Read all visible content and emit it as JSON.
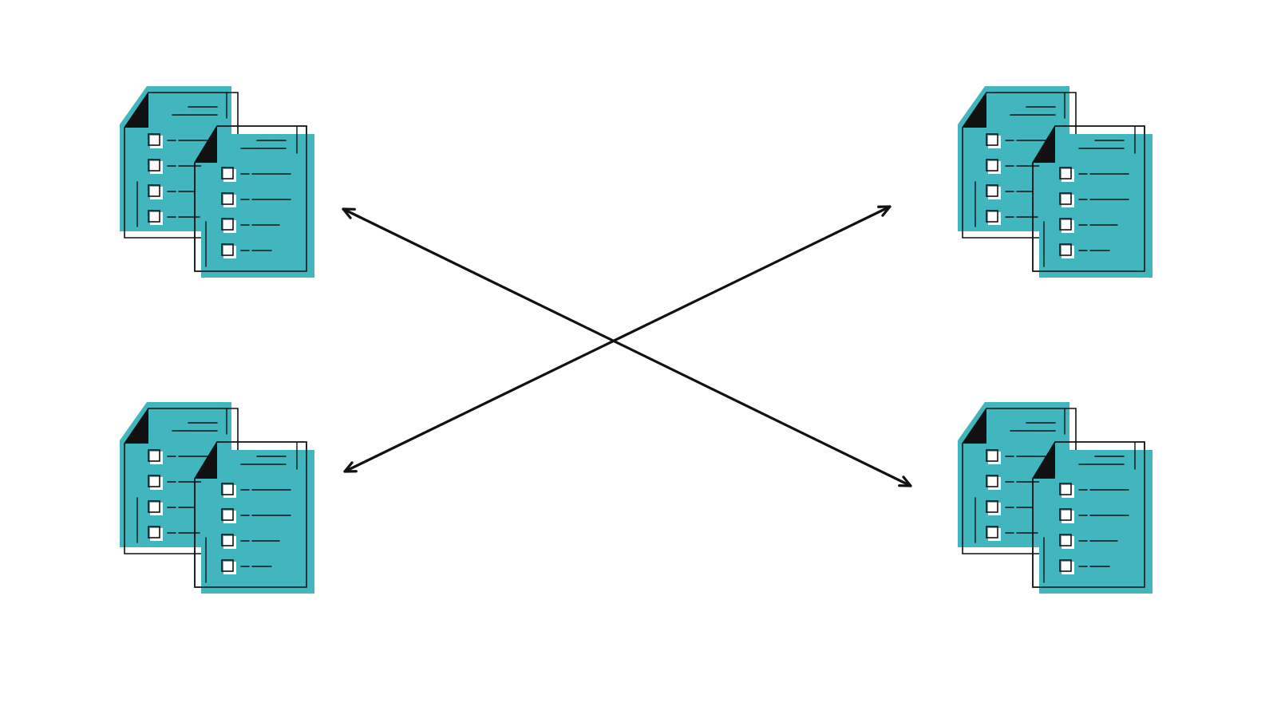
{
  "colors": {
    "accent": "#41b6be",
    "ink": "#111111",
    "paper": "#ffffff",
    "background": "#ffffff"
  },
  "nodes": [
    {
      "id": "top-left",
      "icon": "checklist-documents-icon"
    },
    {
      "id": "top-right",
      "icon": "checklist-documents-icon"
    },
    {
      "id": "bottom-left",
      "icon": "checklist-documents-icon"
    },
    {
      "id": "bottom-right",
      "icon": "checklist-documents-icon"
    }
  ],
  "connections": [
    {
      "from": "top-left",
      "to": "bottom-right",
      "direction": "both"
    },
    {
      "from": "bottom-left",
      "to": "top-right",
      "direction": "both"
    }
  ]
}
